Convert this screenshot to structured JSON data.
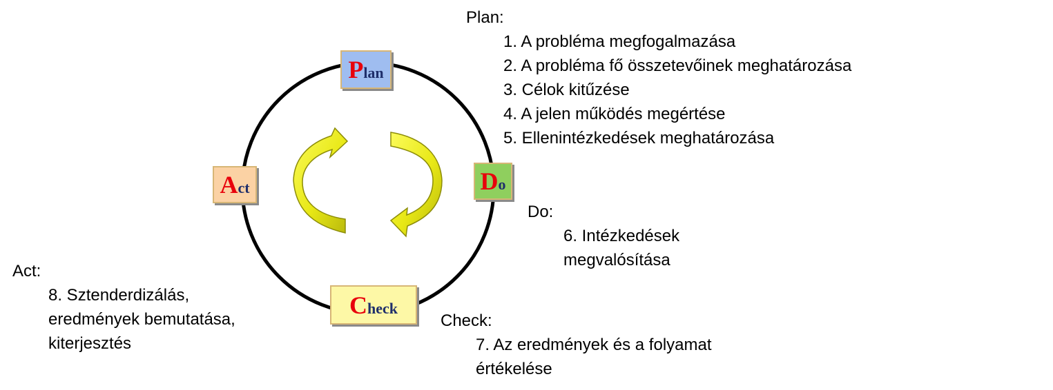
{
  "boxes": {
    "plan": {
      "initial": "P",
      "rest": "lan"
    },
    "do": {
      "initial": "D",
      "rest": "o"
    },
    "check": {
      "initial": "C",
      "rest": "heck"
    },
    "act": {
      "initial": "A",
      "rest": "ct"
    }
  },
  "plan_text": {
    "heading": "Plan:",
    "items": [
      "1. A probléma megfogalmazása",
      "2. A probléma fő összetevőinek meghatározása",
      "3. Célok kitűzése",
      "4. A jelen működés megértése",
      "5. Ellenintézkedések meghatározása"
    ]
  },
  "do_text": {
    "heading": "Do:",
    "lines": [
      "6. Intézkedések",
      "megvalósítása"
    ]
  },
  "check_text": {
    "heading": "Check:",
    "lines": [
      "7. Az eredmények és a folyamat",
      "értékelése"
    ]
  },
  "act_text": {
    "heading": "Act:",
    "lines": [
      "8. Sztenderdizálás,",
      "eredmények bemutatása,",
      "kiterjesztés"
    ]
  },
  "colors": {
    "plan_box": "#9fbdf0",
    "do_box": "#8fcf5e",
    "check_box": "#fdf8a6",
    "act_box": "#fbd2a4",
    "initial_letter": "#e8000b",
    "rest_letters": "#1f2f6b",
    "arrows": "#ecec1a"
  }
}
